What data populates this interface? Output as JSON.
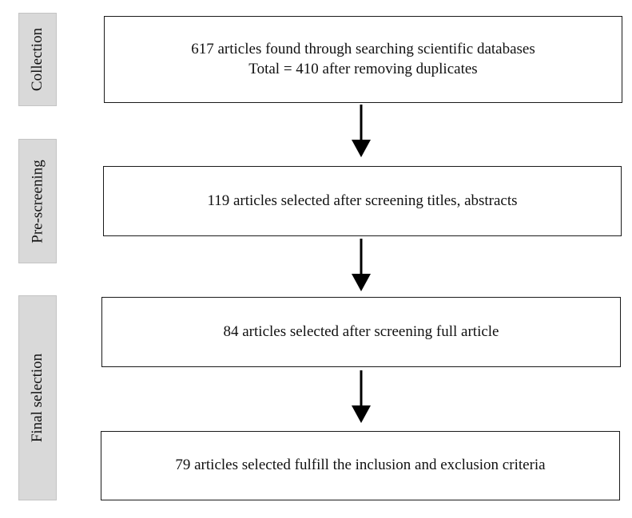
{
  "stages": {
    "collection": "Collection",
    "prescreening": "Pre-screening",
    "final_selection": "Final selection"
  },
  "boxes": {
    "box1": {
      "line1": "617 articles found through searching scientific databases",
      "line2": "Total = 410 after removing duplicates"
    },
    "box2": "119 articles selected after screening titles, abstracts",
    "box3": "84 articles selected after screening full article",
    "box4": "79 articles selected fulfill the inclusion and exclusion criteria"
  },
  "colors": {
    "stage_fill": "#d9d9d9",
    "line": "#1a1a1a",
    "arrow": "#000000"
  }
}
